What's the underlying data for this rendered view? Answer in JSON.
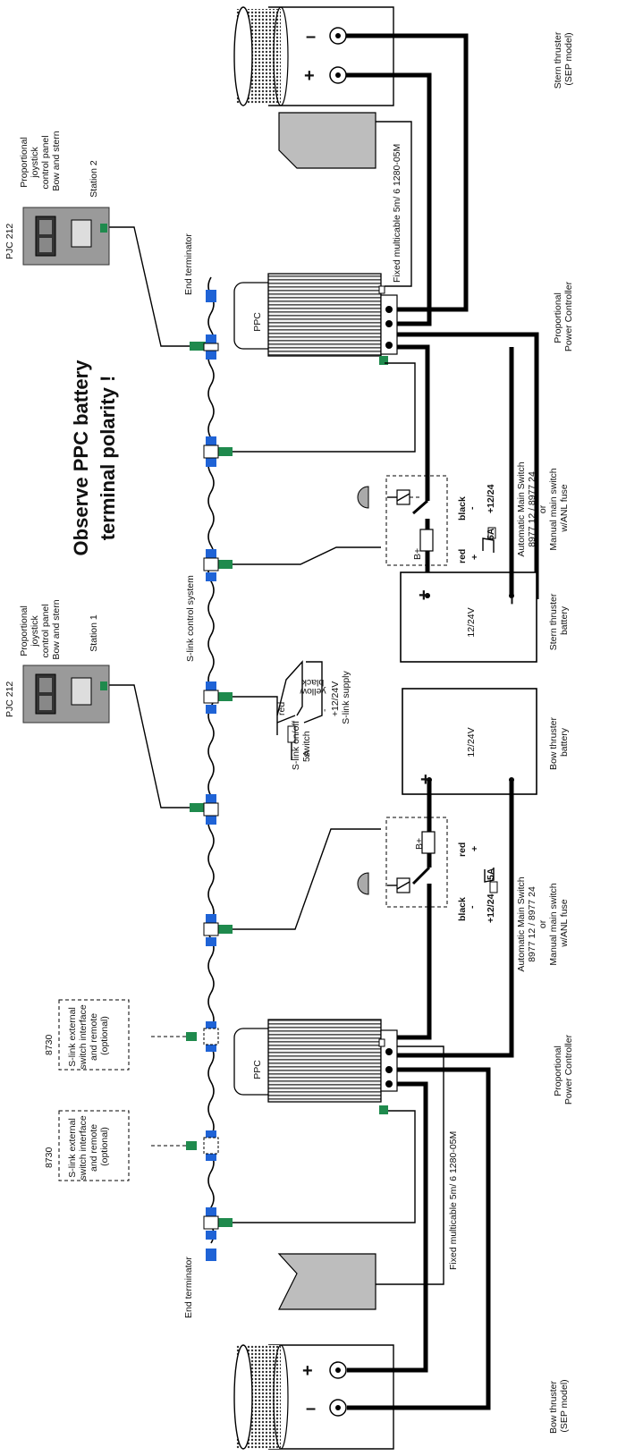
{
  "headline": {
    "line1": "Observe PPC battery",
    "line2": "terminal polarity !"
  },
  "stern_side": {
    "thruster_label": [
      "Stern thruster",
      "(SEP model)"
    ],
    "controller_label": [
      "Proportional",
      "Power Controller"
    ],
    "ppc": "PPC",
    "multicable": "Fixed multicable 5m/ 6 1280-05M",
    "main_switch": [
      "Automatic Main Switch",
      "8977 12 / 8977 24",
      "or",
      "Manual main switch",
      "w/ANL fuse"
    ],
    "battery_voltage": "12/24V",
    "battery_label": [
      "Stern thruster",
      "battery"
    ],
    "fuse_label": "5A",
    "supply_label": "+12/24",
    "wire_black": "black",
    "wire_red": "red",
    "bplus": "B+",
    "plus": "+",
    "minus": "-",
    "batt_plus": "+",
    "batt_minus": "–",
    "thruster_minus": "–",
    "thruster_plus": "+"
  },
  "bow_side": {
    "thruster_label": [
      "Bow thruster",
      "(SEP model)"
    ],
    "controller_label": [
      "Proportional",
      "Power Controller"
    ],
    "ppc": "PPC",
    "multicable": "Fixed multicable 5m/ 6 1280-05M",
    "main_switch": [
      "Automatic Main Switch",
      "8977 12 / 8977 24",
      "or",
      "Manual main switch",
      "w/ANL fuse"
    ],
    "battery_voltage": "12/24V",
    "battery_label": [
      "Bow thruster",
      "battery"
    ],
    "fuse_label": "5A",
    "supply_label": "+12/24",
    "wire_black": "black",
    "wire_red": "red",
    "bplus": "B+",
    "plus": "+",
    "minus": "-",
    "batt_plus": "+",
    "batt_minus": "–",
    "thruster_minus": "–",
    "thruster_plus": "+"
  },
  "panels": {
    "station2": {
      "model": "PJC 212",
      "desc": [
        "Proportional",
        "joystick",
        "control panel",
        "Bow and stern"
      ],
      "station": "Station 2"
    },
    "station1": {
      "model": "PJC 212",
      "desc": [
        "Proportional",
        "joystick",
        "control panel",
        "Bow and stern"
      ],
      "station": "Station 1"
    }
  },
  "slink": {
    "system_label": "S-link control system",
    "end_terminator_top": "End terminator",
    "end_terminator_bottom": "End terminator",
    "switch_label": [
      "S-link on/off",
      "switch"
    ],
    "wire_red": "red",
    "fuse": "5A",
    "supply": [
      "+12/24V",
      "S-link supply"
    ],
    "yellow": "yellow",
    "black": "black",
    "minus": "-"
  },
  "interfaces": [
    {
      "code": "8730",
      "desc": [
        "S-link external",
        "switch interface",
        "and remote",
        "(optional)"
      ]
    },
    {
      "code": "8730",
      "desc": [
        "S-link external",
        "switch interface",
        "and remote",
        "(optional)"
      ]
    }
  ]
}
